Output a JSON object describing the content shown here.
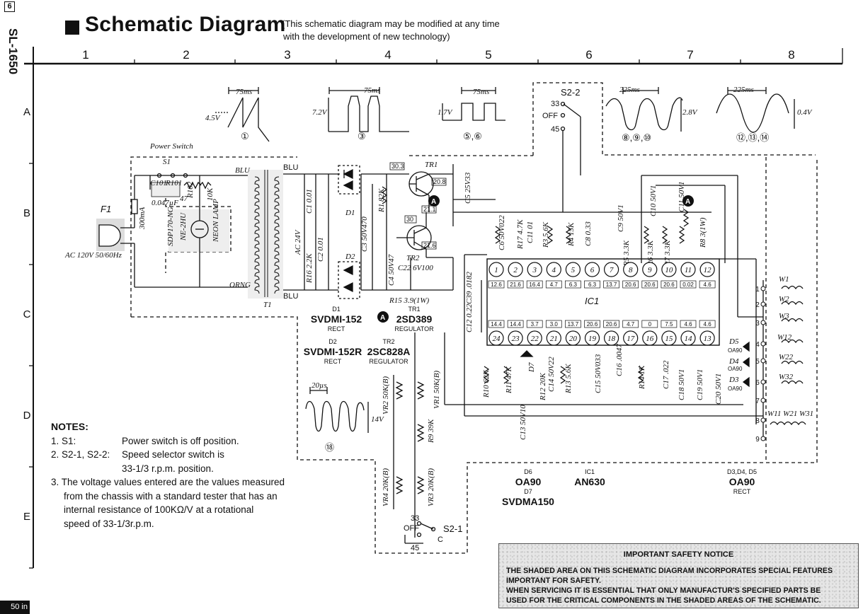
{
  "header": {
    "page_box": "6",
    "model": "SL-1650",
    "title": "Schematic Diagram",
    "note_line1": "(This schematic diagram may be modified at any time",
    "note_line2": "with the development of new technology)"
  },
  "grid": {
    "columns": [
      "1",
      "2",
      "3",
      "4",
      "5",
      "6",
      "7",
      "8"
    ],
    "rows": [
      "A",
      "B",
      "C",
      "D",
      "E"
    ]
  },
  "waveforms": {
    "w1": {
      "period": "75ms",
      "amplitude": "4.5V",
      "label": "①"
    },
    "w3": {
      "period": "75ms",
      "amplitude": "7.2V",
      "label": "③"
    },
    "w56": {
      "period": "75ms",
      "amplitude": "1.7V",
      "label": "⑤,⑥"
    },
    "w8": {
      "period": "225ms",
      "amplitude": "2.8V",
      "label": "⑧,⑨,⑩"
    },
    "w12": {
      "period": "225ms",
      "amplitude": "0.4V",
      "label": "⑫,⑬,⑭"
    },
    "w18": {
      "period": "20µs",
      "amplitude": "14V",
      "label": "⑱"
    }
  },
  "switches": {
    "s22": {
      "name": "S2-2",
      "pos33": "33",
      "off": "OFF",
      "pos45": "45"
    },
    "s21": {
      "name": "S2-1",
      "pos33": "33",
      "off": "OFF",
      "pos45": "45",
      "common": "C"
    }
  },
  "power": {
    "switch_label": "Power Switch",
    "s1": "S1",
    "fuse": "F1",
    "fuse_rating": "300mA",
    "ac": "AC 120V 50/60Hz",
    "c101": "C101",
    "c101_val": "0.047µF",
    "r101": "R101",
    "r101_val": "47",
    "r102": "R102",
    "r102_val": "10K",
    "sdp": "SDP170-NG",
    "lamp_part": "NE-2HU",
    "lamp": "NEON LAMP",
    "wire_blu": "BLU",
    "wire_orng": "ORNG",
    "transformer": "T1",
    "ac_voltage": "AC 24V"
  },
  "components": {
    "c1": "C1 0.01",
    "c2": "C2 0.01",
    "r16": "R16 2.2K",
    "d1": "D1",
    "d2": "D2",
    "c3": "C3 50V470",
    "r1": "R1 82K",
    "tr1": "TR1",
    "tr2": "TR2",
    "c4": "C4 50V47",
    "c22": "C22 6V100",
    "r15": "R15 3.9(1W)",
    "c5": "C5 25V33",
    "c6": "C6 50V022",
    "r17": "R17 4.7K",
    "c11": "C11 01",
    "r3": "R3 5.6K",
    "r4": "R4 15K",
    "c8": "C8 0.33",
    "c9": "C9 50V1",
    "c10": "C10 50V1",
    "c11b": "C11 50V1",
    "r5": "R5 3.3K",
    "r6": "R6 3.3K",
    "r7": "R7 3.3K",
    "r8": "R8 3(1W)",
    "ic1": "IC1",
    "c12": "C12 0.22",
    "c39": "C39 .0182",
    "r10": "R10 62K",
    "r11": "R11 47K",
    "d6": "D6",
    "d7": "D7",
    "c14": "C14 50V22",
    "r12": "R12 20K",
    "r13": "R13 5.6K",
    "c13": "C13 50V10",
    "c15": "C15 50V033",
    "c16": "C16 .0047",
    "r14": "R14 1K",
    "c17": "C17 .022",
    "c18": "C18 50V1",
    "c19": "C19 50V1",
    "c20": "C20 50V1",
    "vr1": "VR1 50K(B)",
    "vr2": "VR2 50K(B)",
    "r9": "R9 39K",
    "vr3": "VR3 20K(B)",
    "vr4": "VR4 20K(B)",
    "d3": "D3",
    "d4": "D4",
    "d5": "D5",
    "oa90": "OA90",
    "w1": "W1",
    "w2": "W2",
    "w3": "W3",
    "w12": "W12",
    "w22": "W22",
    "w32": "W32",
    "w11": "W11 W21 W31",
    "test_a": "A",
    "tp_30_3": "30.3",
    "tp_20_8": "20.8",
    "tp_21_1": "21.1",
    "tp_30": "30",
    "tp_21_6": "21.6"
  },
  "ic_pins": {
    "top": [
      "1",
      "2",
      "3",
      "4",
      "5",
      "6",
      "7",
      "8",
      "9",
      "10",
      "11",
      "12"
    ],
    "bottom": [
      "24",
      "23",
      "22",
      "21",
      "20",
      "19",
      "18",
      "17",
      "16",
      "15",
      "14",
      "13"
    ],
    "top_v": [
      "12.6",
      "21.6",
      "16.4",
      "4.7",
      "6.3",
      "6.3",
      "13.7",
      "20.6",
      "20.6",
      "20.6",
      "0.02",
      "4.6"
    ],
    "bottom_v": [
      "14.4",
      "14.4",
      "3.7",
      "3.0",
      "13.7",
      "20.6",
      "20.6",
      "4.7",
      "0",
      "7.5",
      "4.6",
      "4.6"
    ]
  },
  "connector": [
    "1",
    "2",
    "3",
    "4",
    "5",
    "6",
    "7",
    "8",
    "9"
  ],
  "parts_list": {
    "d1": {
      "ref": "D1",
      "name": "SVDMI-152",
      "type": "RECT"
    },
    "d2": {
      "ref": "D2",
      "name": "SVDMI-152R",
      "type": "RECT"
    },
    "tr1": {
      "ref": "TR1",
      "name": "2SD389",
      "type": "REGULATOR"
    },
    "tr2": {
      "ref": "TR2",
      "name": "2SC828A",
      "type": "REGULATOR"
    },
    "d6": {
      "ref": "D6",
      "name": "OA90"
    },
    "d7": {
      "ref": "D7",
      "name": "SVDMA150"
    },
    "ic1": {
      "ref": "IC1",
      "name": "AN630"
    },
    "d345": {
      "ref": "D3,D4, D5",
      "name": "OA90",
      "type": "RECT"
    }
  },
  "notes": {
    "heading": "NOTES:",
    "n1_key": "1. S1:",
    "n1_text": "Power switch is off position.",
    "n2_key": "2. S2-1, S2-2:",
    "n2_text1": "Speed selector switch is",
    "n2_text2": "33-1/3 r.p.m. position.",
    "n3_line1": "3. The voltage values entered are the values measured",
    "n3_line2": "from the chassis with a standard tester that has an",
    "n3_line3": "internal resistance of 100KΩ/V at a rotational",
    "n3_line4": "speed of 33-1/3r.p.m."
  },
  "safety": {
    "title": "IMPORTANT SAFETY NOTICE",
    "line1": "THE SHADED AREA ON THIS SCHEMATIC DIAGRAM INCORPORATES SPECIAL FEATURES",
    "line2": "IMPORTANT FOR SAFETY.",
    "line3": "WHEN SERVICING IT IS ESSENTIAL THAT ONLY MANUFACTUR'S SPECIFIED PARTS BE",
    "line4": "USED FOR THE CRITICAL COMPONENTS IN THE SHADED AREAS OF THE SCHEMATIC."
  },
  "footer": {
    "corner": "50 in"
  }
}
